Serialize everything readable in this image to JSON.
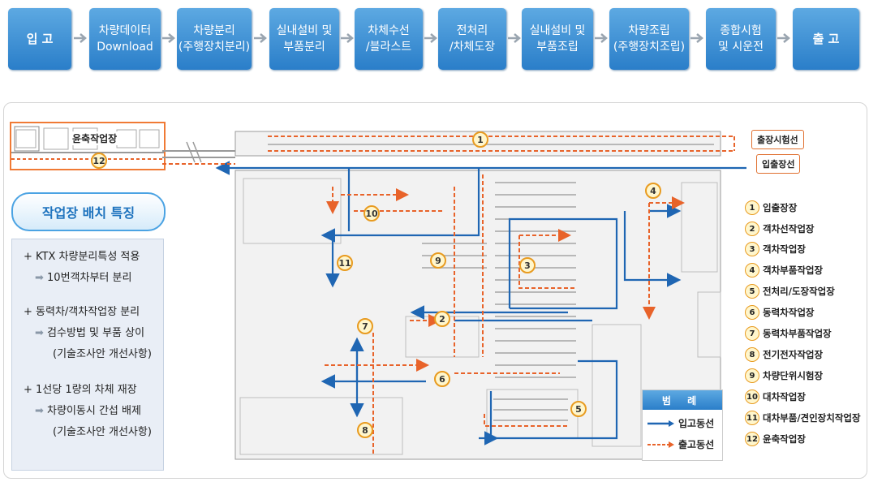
{
  "process_flow": [
    {
      "label": "입 고",
      "end": true
    },
    {
      "label": "차량데이터\nDownload"
    },
    {
      "label": "차량분리\n(주행장치분리)"
    },
    {
      "label": "실내설비 및\n부품분리"
    },
    {
      "label": "차체수선\n/블라스트"
    },
    {
      "label": "전처리\n/차체도장"
    },
    {
      "label": "실내설비 및\n부품조립"
    },
    {
      "label": "차량조립\n(주행장치조립)"
    },
    {
      "label": "종합시험\n및 시운전"
    },
    {
      "label": "출 고",
      "end": true
    }
  ],
  "wheel_shop_label": "윤축작업장",
  "wheel_shop_number": "12",
  "features": {
    "title": "작업장 배치 특징",
    "items": [
      "+ KTX 차량분리특성 적용",
      "10번객차부터 분리",
      "+ 동력차/객차작업장 분리",
      "검수방법 및 부품 상이",
      "(기술조사안 개선사항)",
      "+ 1선당 1량의 차체 재장",
      "차량이동시 간섭 배제",
      "(기술조사안 개선사항)"
    ]
  },
  "track_labels": {
    "test_line": "출장시험선",
    "entry_line": "입출장선"
  },
  "map_badges": [
    "1",
    "2",
    "3",
    "4",
    "5",
    "6",
    "7",
    "8",
    "9",
    "10",
    "11"
  ],
  "legend_list": [
    {
      "num": "1",
      "label": "입출장장"
    },
    {
      "num": "2",
      "label": "객차선작업장"
    },
    {
      "num": "3",
      "label": "객차작업장"
    },
    {
      "num": "4",
      "label": "객차부품작업장"
    },
    {
      "num": "5",
      "label": "전처리/도장작업장"
    },
    {
      "num": "6",
      "label": "동력차작업장"
    },
    {
      "num": "7",
      "label": "동력차부품작업장"
    },
    {
      "num": "8",
      "label": "전기전자작업장"
    },
    {
      "num": "9",
      "label": "차량단위시험장"
    },
    {
      "num": "10",
      "label": "대차작업장"
    },
    {
      "num": "11",
      "label": "대차부품/견인장치작업장"
    },
    {
      "num": "12",
      "label": "윤축작업장"
    }
  ],
  "legend_key": {
    "title": "범 례",
    "inbound": "입고동선",
    "outbound": "출고동선"
  },
  "colors": {
    "inbound": "#1f66b3",
    "outbound": "#e8632a",
    "box": "#2a7ec9"
  }
}
